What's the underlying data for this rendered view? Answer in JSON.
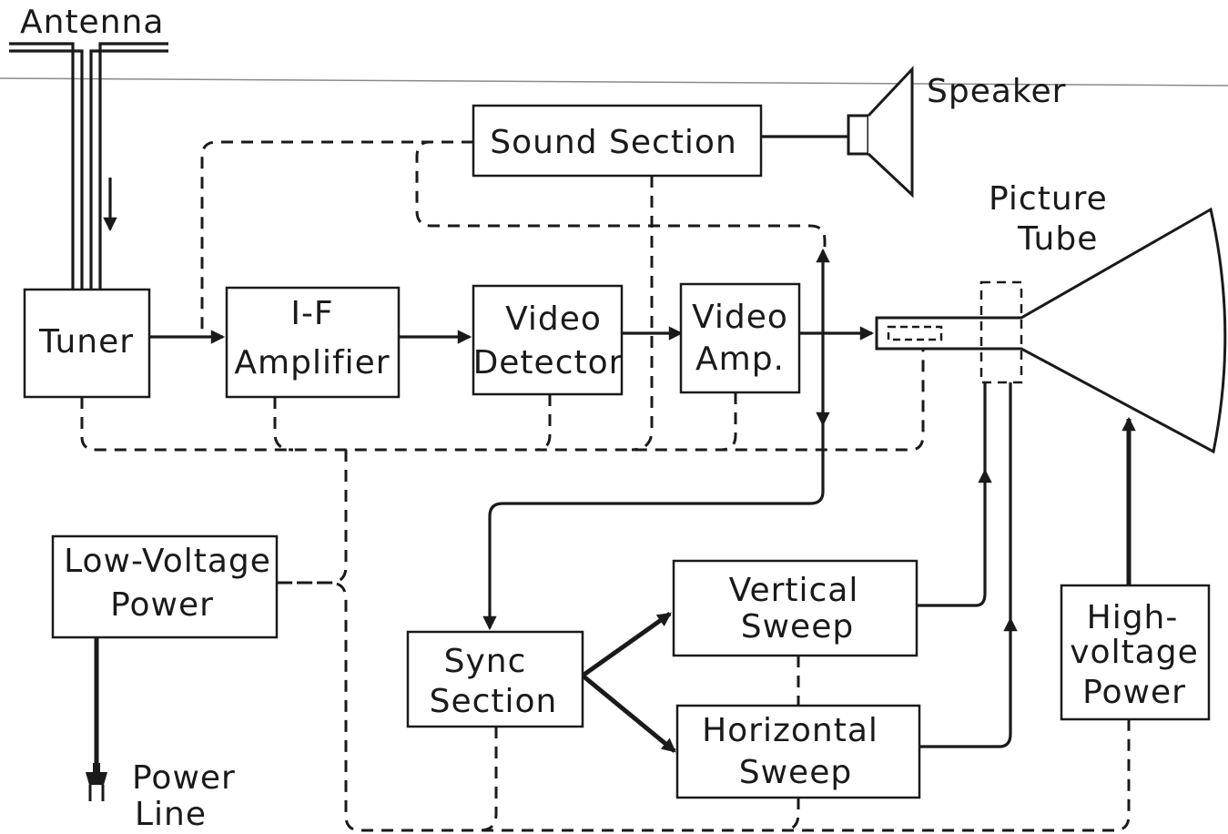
{
  "labels": {
    "antenna": "Antenna",
    "speaker": "Speaker",
    "picture_tube_1": "Picture",
    "picture_tube_2": "Tube",
    "power_line_1": "Power",
    "power_line_2": "Line"
  },
  "blocks": {
    "tuner": "Tuner",
    "if_amp_1": "I-F",
    "if_amp_2": "Amplifier",
    "video_det_1": "Video",
    "video_det_2": "Detector",
    "video_amp_1": "Video",
    "video_amp_2": "Amp.",
    "sound": "Sound Section",
    "low_voltage_1": "Low-Voltage",
    "low_voltage_2": "Power",
    "sync_1": "Sync",
    "sync_2": "Section",
    "vertical_1": "Vertical",
    "vertical_2": "Sweep",
    "horizontal_1": "Horizontal",
    "horizontal_2": "Sweep",
    "high_voltage_1": "High-",
    "high_voltage_2": "voltage",
    "high_voltage_3": "Power"
  }
}
